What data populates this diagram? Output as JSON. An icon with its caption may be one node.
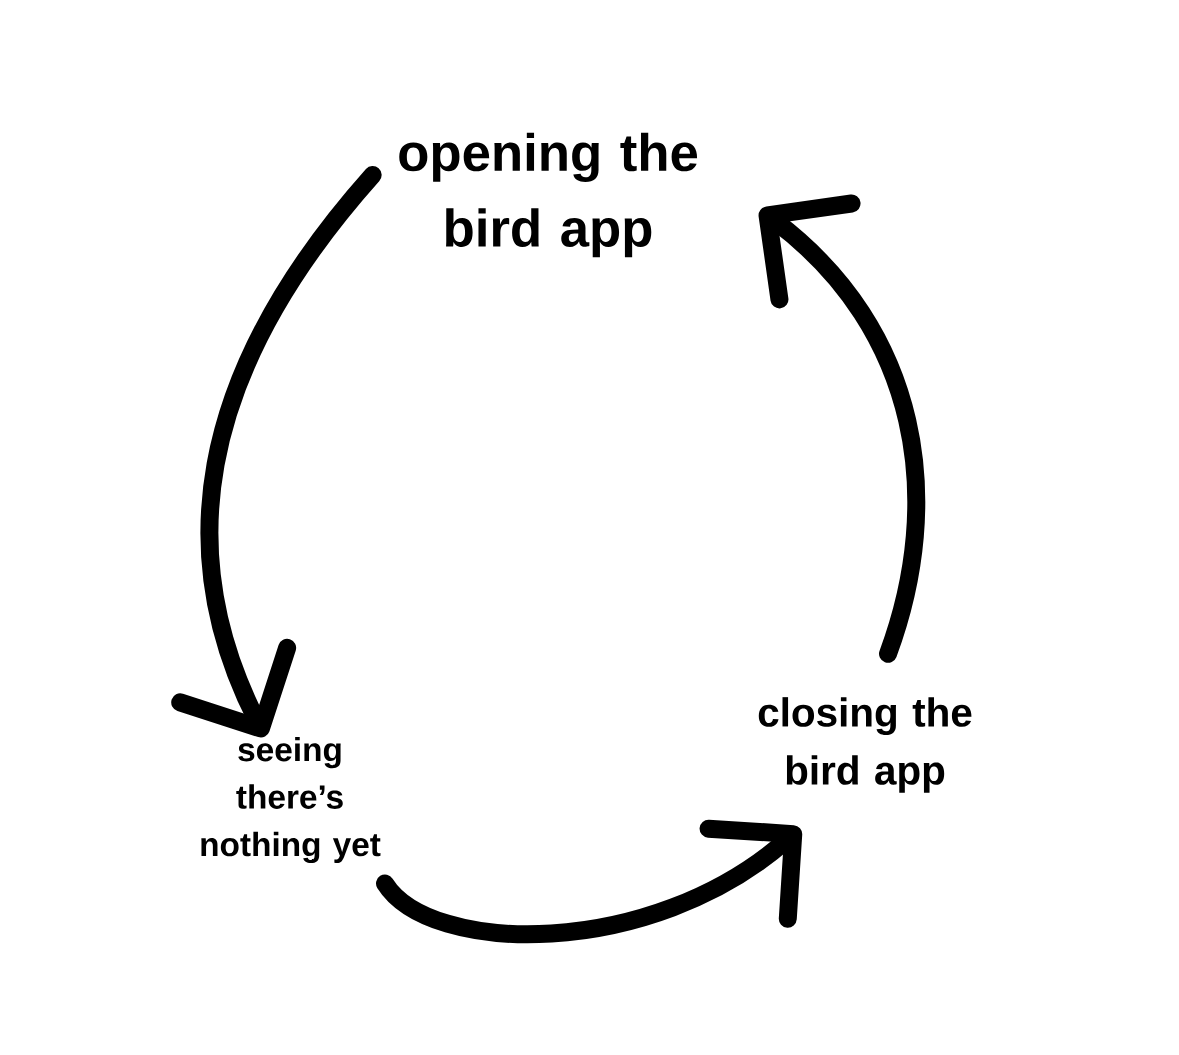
{
  "diagram": {
    "nodes": [
      {
        "text": [
          "opening the bird app"
        ]
      },
      {
        "text": [
          "seeing there’s nothing yet"
        ]
      },
      {
        "text": [
          "closing the bird app"
        ]
      }
    ],
    "edges": [
      {
        "from": 0,
        "to": 1,
        "arrow": "to"
      },
      {
        "from": 1,
        "to": 2,
        "arrow": "to"
      },
      {
        "from": 2,
        "to": 0,
        "arrow": "to"
      }
    ]
  }
}
